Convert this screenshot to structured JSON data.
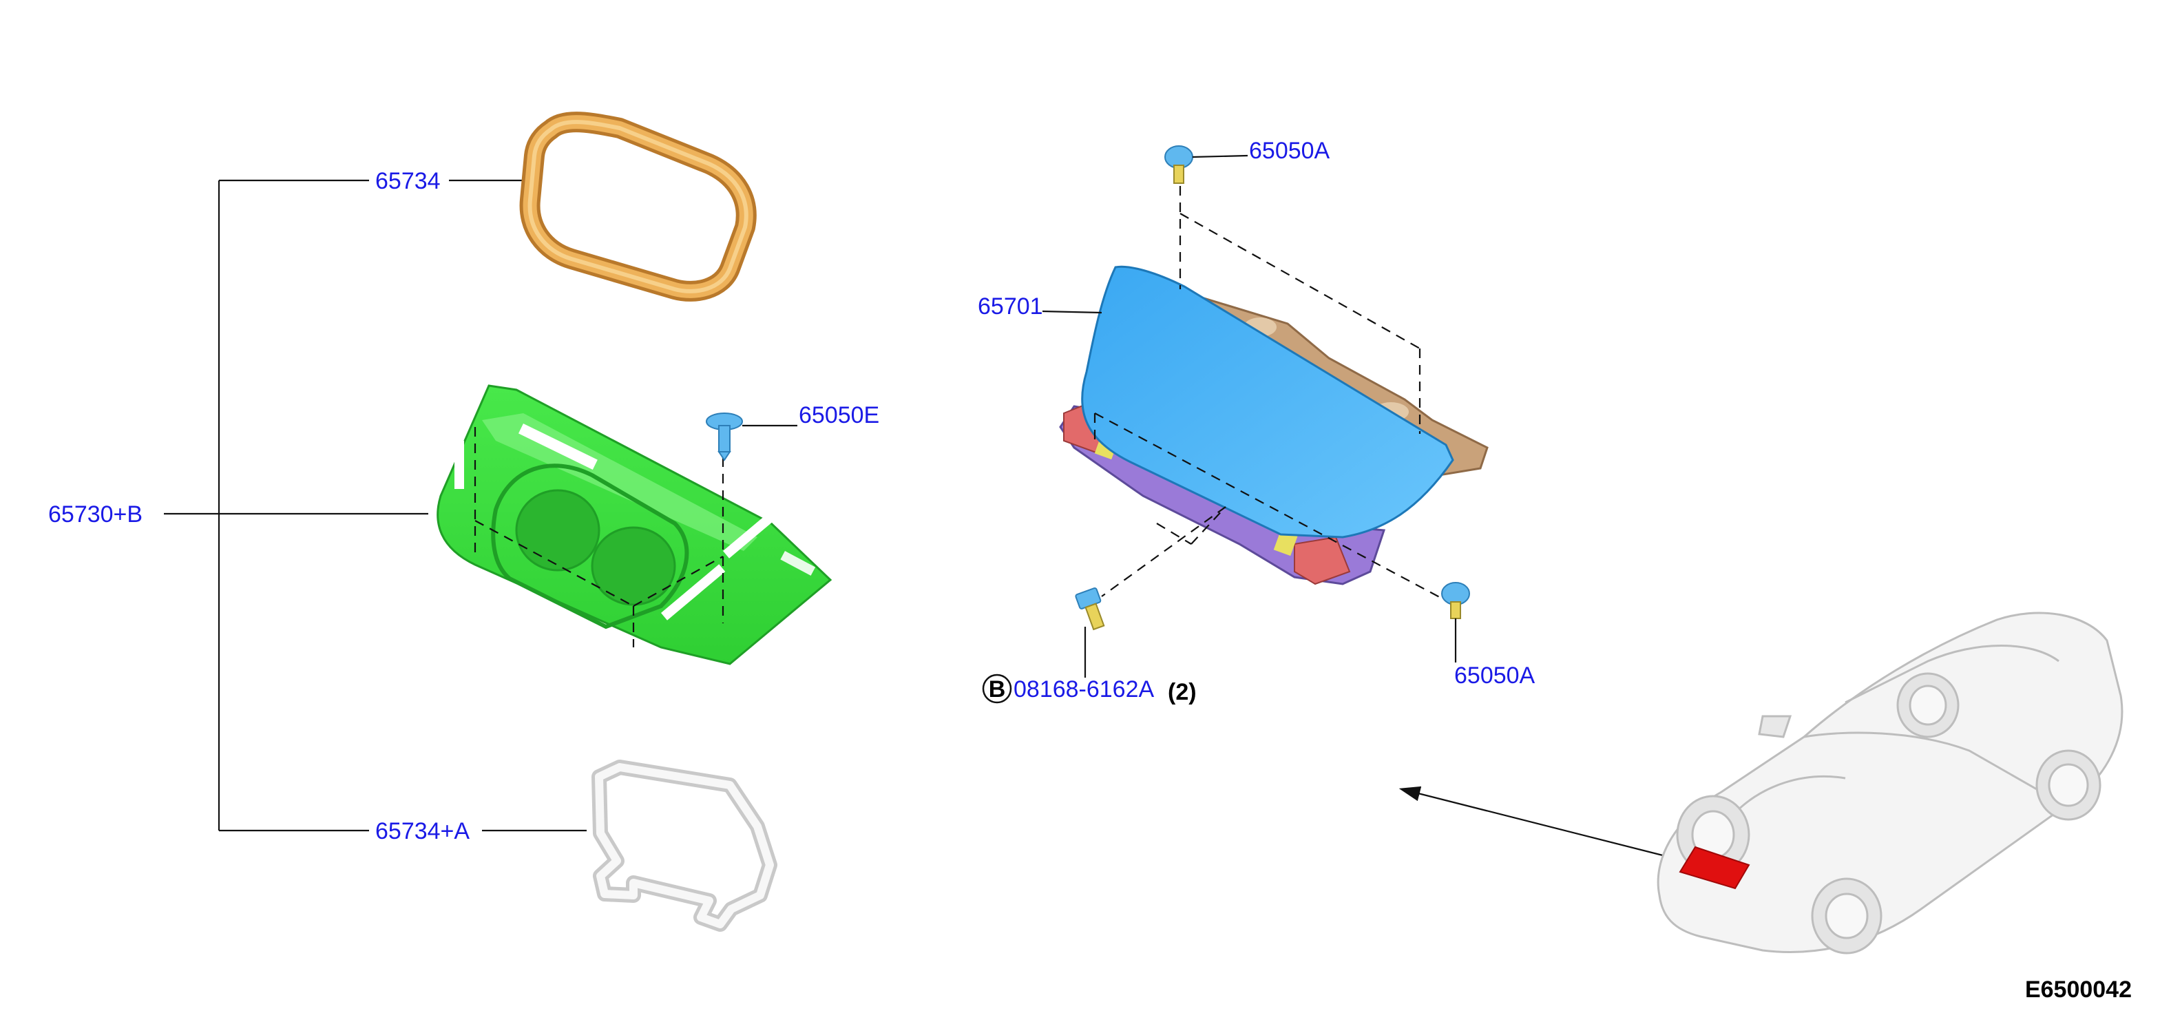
{
  "parts": {
    "bezel_assembly": "65730+B",
    "gasket_top": "65734",
    "gasket_bottom": "65734+A",
    "clip_left": "65050E",
    "panel": "65701",
    "clip_top": "65050A",
    "clip_right": "65050A",
    "bolt": "08168-6162A",
    "bolt_marker": "B",
    "bolt_qty": "(2)"
  },
  "diagram_code": "E6500042",
  "colors": {
    "gasket_top": "#e9a64a",
    "bezel": "#3fe03f",
    "panel": "#4db4f5",
    "clip": "#5fb8ef",
    "bracket": "#c9a27a",
    "highlight": "#e01010",
    "label": "#1a1ae6"
  },
  "icons": [
    "car-outline-icon",
    "clip-icon",
    "bolt-icon",
    "arrow-icon"
  ]
}
